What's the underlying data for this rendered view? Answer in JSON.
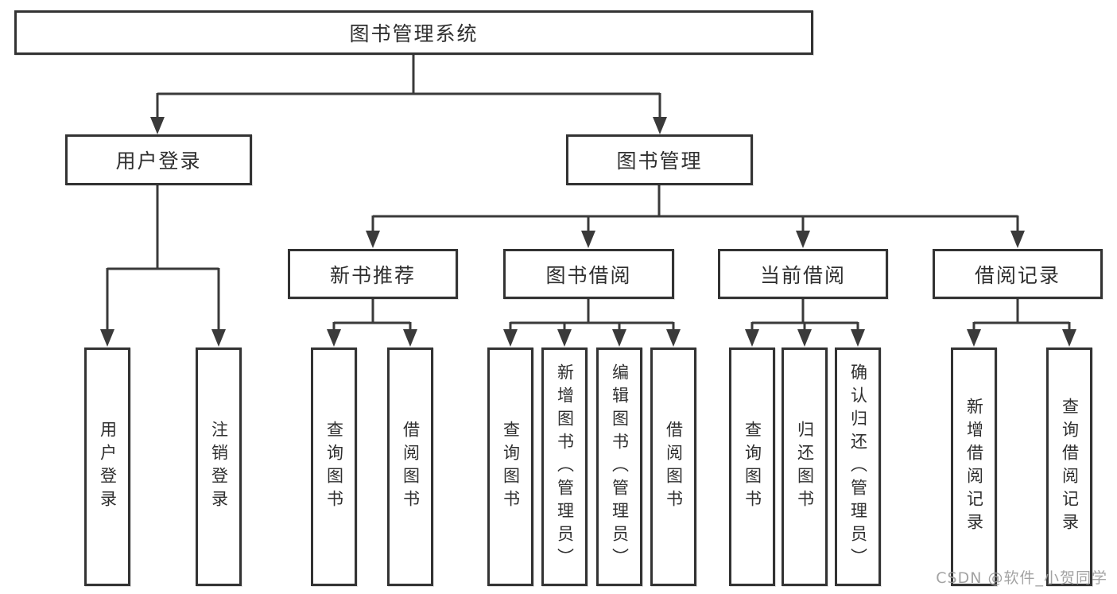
{
  "diagram": {
    "title": "图书管理系统",
    "root": {
      "label": "图书管理系统"
    },
    "level2": [
      {
        "id": "user-login",
        "label": "用户登录"
      },
      {
        "id": "book-management",
        "label": "图书管理"
      }
    ],
    "level3": [
      {
        "id": "new-book-recommend",
        "label": "新书推荐",
        "parent": "图书管理"
      },
      {
        "id": "book-borrowing",
        "label": "图书借阅",
        "parent": "图书管理"
      },
      {
        "id": "current-borrowing",
        "label": "当前借阅",
        "parent": "图书管理"
      },
      {
        "id": "borrowing-records",
        "label": "借阅记录",
        "parent": "图书管理"
      }
    ],
    "leaves": [
      {
        "label": "用户登录",
        "parent": "用户登录"
      },
      {
        "label": "注销登录",
        "parent": "用户登录"
      },
      {
        "label": "查询图书",
        "parent": "新书推荐"
      },
      {
        "label": "借阅图书",
        "parent": "新书推荐"
      },
      {
        "label": "查询图书",
        "parent": "图书借阅"
      },
      {
        "label": "新增图书（管理员）",
        "parent": "图书借阅"
      },
      {
        "label": "编辑图书（管理员）",
        "parent": "图书借阅"
      },
      {
        "label": "借阅图书",
        "parent": "图书借阅"
      },
      {
        "label": "查询图书",
        "parent": "当前借阅"
      },
      {
        "label": "归还图书",
        "parent": "当前借阅"
      },
      {
        "label": "确认归还（管理员）",
        "parent": "当前借阅"
      },
      {
        "label": "新增借阅记录",
        "parent": "借阅记录"
      },
      {
        "label": "查询借阅记录",
        "parent": "借阅记录"
      }
    ]
  },
  "watermark": {
    "text": "CSDN @软件_小贺同学"
  },
  "colors": {
    "line": "#3a3a3a",
    "box_border": "#333333",
    "text": "#2f2f2f",
    "background": "#ffffff",
    "watermark": "#9a9a9a"
  }
}
